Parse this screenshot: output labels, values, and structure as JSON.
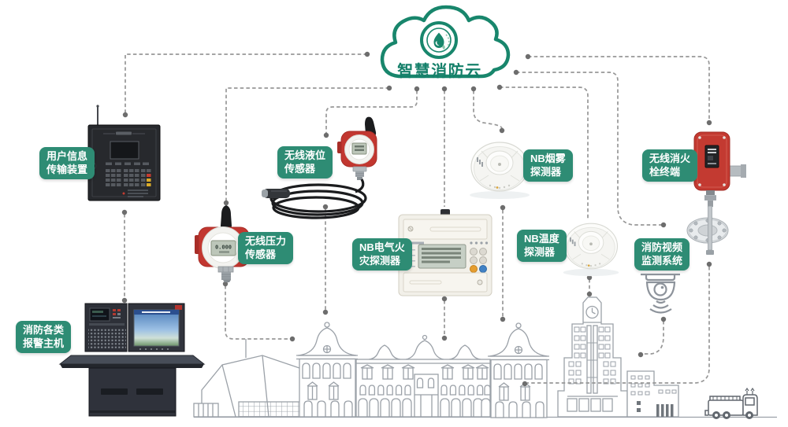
{
  "cloud": {
    "label": "智慧消防云"
  },
  "labels": {
    "user_info": [
      "用户信息",
      "传输装置"
    ],
    "alarm_hosts": [
      "消防各类",
      "报警主机"
    ],
    "pressure": [
      "无线压力",
      "传感器"
    ],
    "liquid_level": [
      "无线液位",
      "传感器"
    ],
    "electrical_fire": [
      "NB电气火",
      "灾探测器"
    ],
    "smoke": [
      "NB烟雾",
      "探测器"
    ],
    "temperature": [
      "NB温度",
      "探测器"
    ],
    "hydrant": [
      "无线消火",
      "栓终端"
    ],
    "video": [
      "消防视频",
      "监测系统"
    ]
  },
  "devices": {
    "pressure_lcd": "0.000"
  },
  "icons": [
    "flame-icon",
    "dome-camera-icon",
    "fire-truck-icon",
    "city-skyline"
  ],
  "colors": {
    "badge_green": "#2E8C74",
    "cloud_green": "#18866C",
    "device_red": "#C23730",
    "line_gray": "#979797",
    "skyline_gray": "#9BA1A8"
  }
}
